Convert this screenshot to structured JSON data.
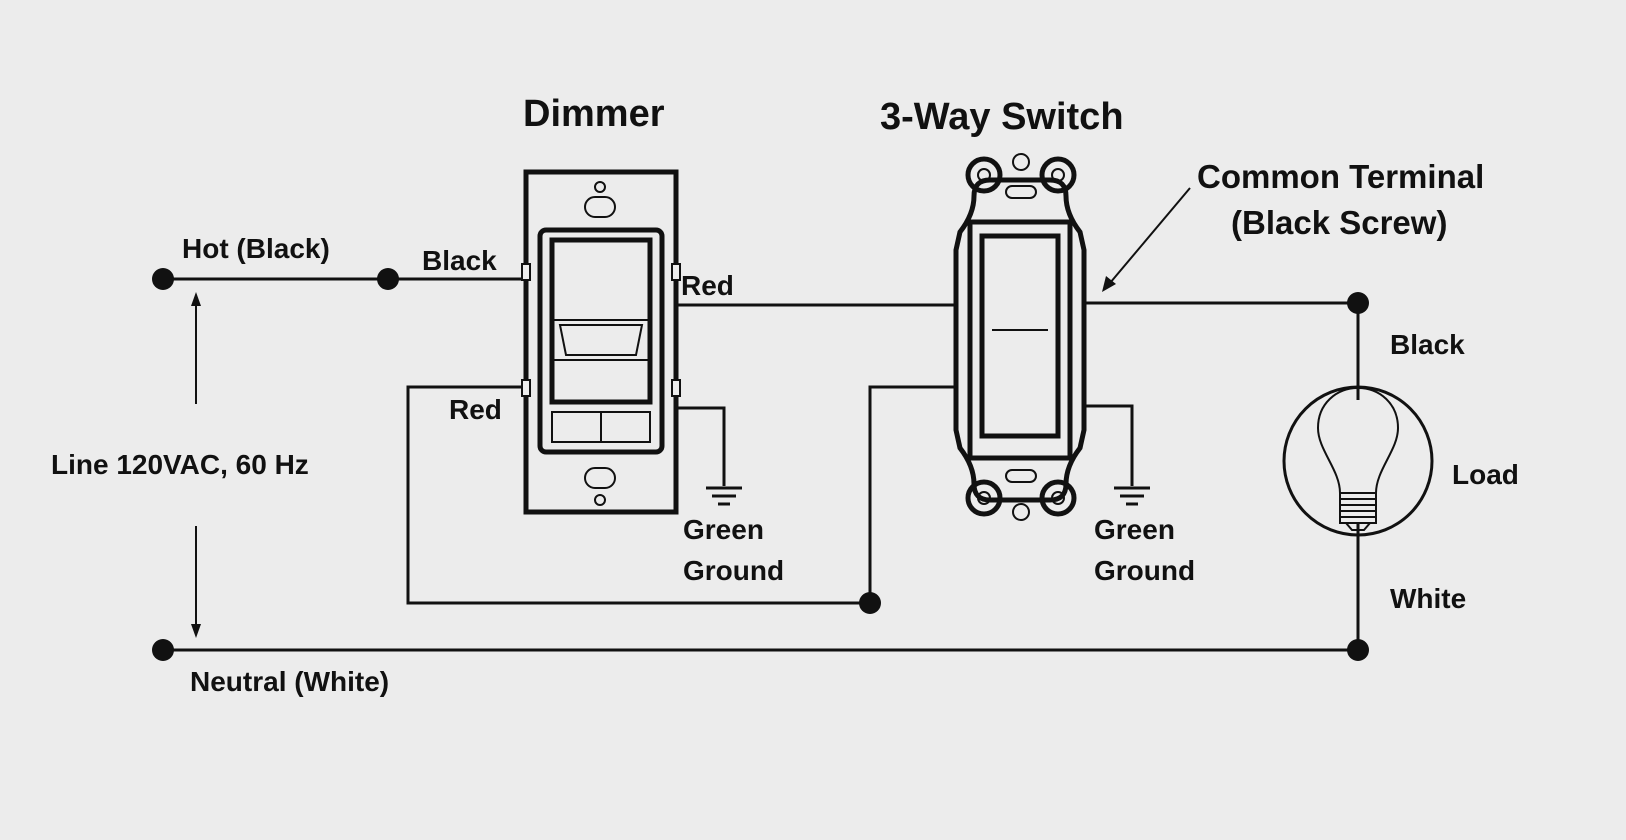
{
  "labels": {
    "dimmer_title": "Dimmer",
    "switch_title": "3-Way Switch",
    "common_terminal_line1": "Common Terminal",
    "common_terminal_line2": "(Black Screw)",
    "hot": "Hot (Black)",
    "black_dimmer": "Black",
    "red_dimmer_right": "Red",
    "red_dimmer_left": "Red",
    "line": "Line 120VAC, 60 Hz",
    "neutral": "Neutral (White)",
    "dimmer_ground_line1": "Green",
    "dimmer_ground_line2": "Ground",
    "switch_ground_line1": "Green",
    "switch_ground_line2": "Ground",
    "load_black": "Black",
    "load": "Load",
    "load_white": "White"
  },
  "colors": {
    "background": "#ececec",
    "ink": "#111111"
  }
}
